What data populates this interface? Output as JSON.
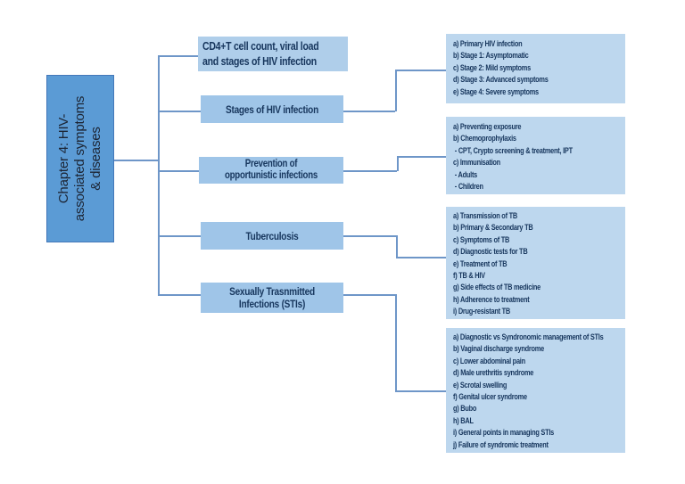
{
  "diagram": {
    "root": {
      "label": "Chapter 4: HIV-associated symptoms & diseases",
      "lines": [
        "Chapter 4: HIV-",
        "associated symptoms",
        "& diseases"
      ]
    },
    "nodes": [
      {
        "label": "CD4+T cell count, viral load and stages of HIV infection",
        "lines": [
          "CD4+T cell count, viral load",
          "and stages of HIV infection"
        ]
      },
      {
        "label": "Stages of HIV infection",
        "lines": [
          "Stages of HIV infection"
        ]
      },
      {
        "label": "Prevention of opportunistic infections",
        "lines": [
          "Prevention of",
          "opportunistic infections"
        ]
      },
      {
        "label": "Tuberculosis",
        "lines": [
          "Tuberculosis"
        ]
      },
      {
        "label": "Sexually Trasnmitted Infections (STIs)",
        "lines": [
          "Sexually Trasnmitted",
          "Infections (STIs)"
        ]
      }
    ],
    "detail_boxes": [
      {
        "linked_to": "Stages of HIV infection",
        "items": [
          "a) Primary HIV infection",
          "b) Stage 1: Asymptomatic",
          "c) Stage 2: Mild symptoms",
          "d) Stage 3: Advanced symptoms",
          "e) Stage 4: Severe symptoms"
        ]
      },
      {
        "linked_to": "Prevention of opportunistic infections",
        "items": [
          "a) Preventing exposure",
          "b) Chemoprophylaxis",
          " - CPT, Crypto screening & treatment, IPT",
          "c) Immunisation",
          " - Adults",
          " - Children"
        ]
      },
      {
        "linked_to": "Tuberculosis",
        "items": [
          "a) Transmission of TB",
          "b) Primary & Secondary TB",
          "c) Symptoms of TB",
          "d) Diagnostic tests for TB",
          "e) Treatment of TB",
          "f) TB & HIV",
          "g) Side effects of TB medicine",
          "h) Adherence to treatment",
          "i) Drug-resistant TB"
        ]
      },
      {
        "linked_to": "Sexually Trasnmitted Infections (STIs)",
        "items": [
          "a) Diagnostic vs Syndronomic management of STIs",
          "b) Vaginal discharge syndrome",
          "c) Lower abdominal pain",
          "d) Male urethritis syndrome",
          "e) Scrotal swelling",
          "f) Genital ulcer syndrome",
          "g) Bubo",
          "h) BAL",
          "i) General points in managing STIs",
          "j) Failure of syndromic treatment"
        ]
      }
    ],
    "colors": {
      "root_fill": "#5b9bd5",
      "node_fill": "#9fc5e8",
      "cd4_fill": "#afceea",
      "detail_fill": "#bdd7ee",
      "connector": "#6e96c8",
      "text_dark": "#17365d"
    }
  }
}
